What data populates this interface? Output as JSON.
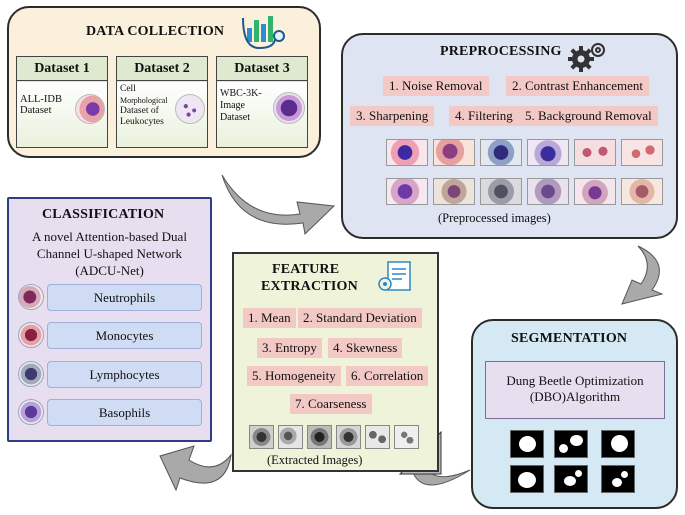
{
  "data_collection": {
    "title": "DATA COLLECTION",
    "icon": "chart-stethoscope-icon",
    "datasets": [
      {
        "head": "Dataset 1",
        "lines": [
          "ALL-IDB",
          "Dataset"
        ]
      },
      {
        "head": "Dataset 2",
        "lines": [
          "Cell",
          "Morphological",
          "Dataset of",
          "Leukocytes"
        ]
      },
      {
        "head": "Dataset 3",
        "lines": [
          "WBC-3K-",
          "Image",
          "Dataset"
        ]
      }
    ]
  },
  "preprocessing": {
    "title": "PREPROCESSING",
    "icon": "gears-icon",
    "steps": [
      "1. Noise Removal",
      "2. Contrast Enhancement",
      "3.  Sharpening",
      "4. Filtering",
      "5. Background Removal"
    ],
    "caption": "(Preprocessed images)"
  },
  "classification": {
    "title": "CLASSIFICATION",
    "description": [
      "A novel Attention-based Dual",
      "Channel U-shaped Network",
      "(ADCU-Net)"
    ],
    "classes": [
      "Neutrophils",
      "Monocytes",
      "Lymphocytes",
      "Basophils"
    ]
  },
  "feature_extraction": {
    "title_line1": "FEATURE",
    "title_line2": "EXTRACTION",
    "icon": "document-settings-icon",
    "features": [
      "1. Mean",
      "2. Standard Deviation",
      "3. Entropy",
      "4. Skewness",
      "5. Homogeneity",
      "6. Correlation",
      "7. Coarseness"
    ],
    "caption": "(Extracted Images)"
  },
  "segmentation": {
    "title": "SEGMENTATION",
    "algorithm_line1": "Dung Beetle Optimization",
    "algorithm_line2": "(DBO)Algorithm"
  },
  "colors": {
    "data_bg": "#fbf0dc",
    "pre_bg": "#dfe4f3",
    "class_bg": "#e7dff0",
    "feat_bg": "#eef3da",
    "seg_bg": "#d5e9f4",
    "step_bg": "#f3c9c6",
    "arrow": "#9e9e9e"
  }
}
